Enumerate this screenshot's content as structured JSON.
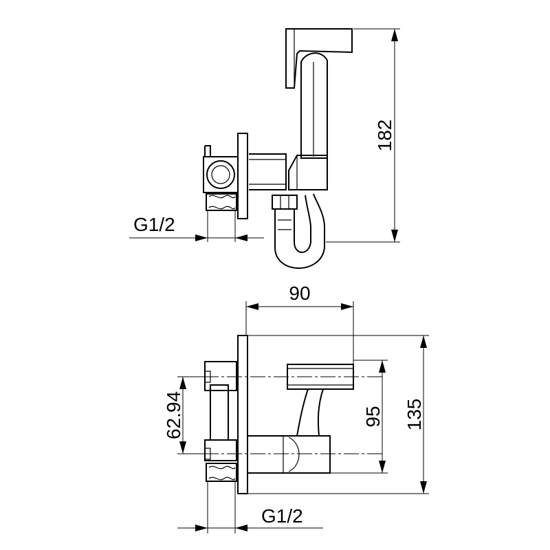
{
  "dimensions": {
    "side_height": "182",
    "side_thread": "G1/2",
    "top_width": "90",
    "top_depth_inner": "95",
    "top_depth_outer": "135",
    "top_pitch": "62.94",
    "top_thread": "G1/2"
  }
}
